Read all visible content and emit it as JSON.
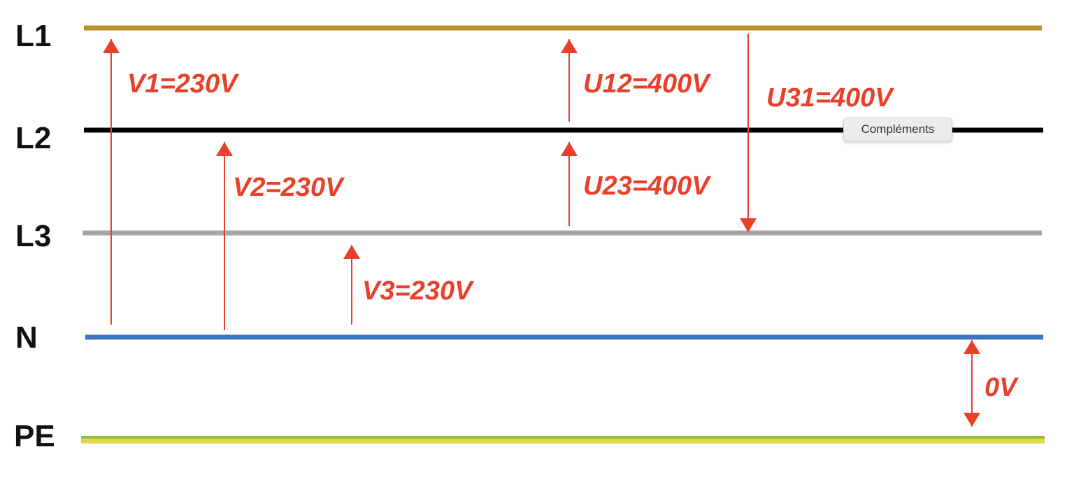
{
  "conductors": [
    {
      "id": "l1",
      "label": "L1",
      "color": "#b8922e"
    },
    {
      "id": "l2",
      "label": "L2",
      "color": "#000000"
    },
    {
      "id": "l3",
      "label": "L3",
      "color": "#a6a6a6"
    },
    {
      "id": "n",
      "label": "N",
      "color": "#3b74c0"
    },
    {
      "id": "pe",
      "label": "PE",
      "color_top": "#8fbf3f",
      "color": "#e4d84a"
    }
  ],
  "voltages": [
    {
      "id": "v1",
      "label": "V1=230V",
      "from": "N",
      "to": "L1"
    },
    {
      "id": "v2",
      "label": "V2=230V",
      "from": "N",
      "to": "L2"
    },
    {
      "id": "v3",
      "label": "V3=230V",
      "from": "N",
      "to": "L3"
    },
    {
      "id": "u12",
      "label": "U12=400V",
      "from": "L2",
      "to": "L1"
    },
    {
      "id": "u23",
      "label": "U23=400V",
      "from": "L3",
      "to": "L2"
    },
    {
      "id": "u31",
      "label": "U31=400V",
      "from": "L1",
      "to": "L3"
    },
    {
      "id": "zero",
      "label": "0V",
      "from": "N",
      "to": "PE"
    }
  ],
  "arrow_color": "#e8402a",
  "tooltip": {
    "text": "Compléments"
  }
}
